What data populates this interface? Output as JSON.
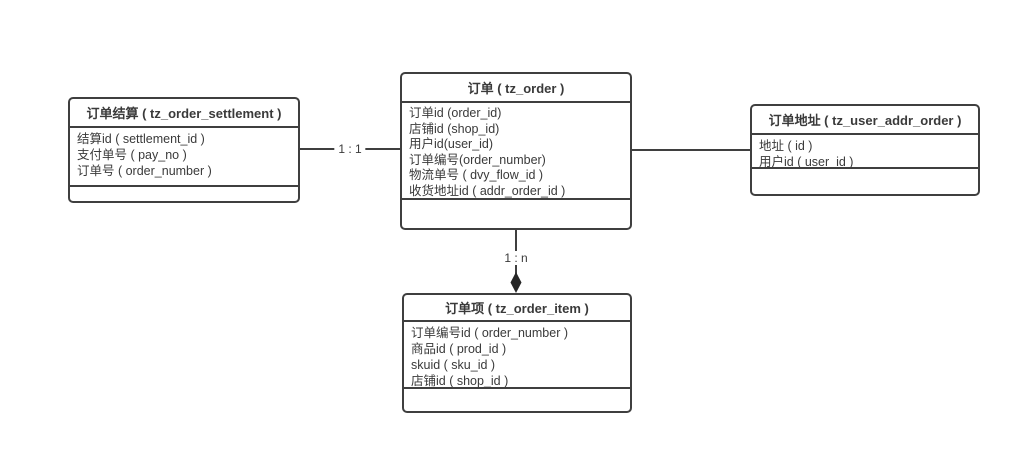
{
  "diagram": {
    "entities": [
      {
        "title": "订单结算 ( tz_order_settlement )",
        "fields": [
          "结算id ( settlement_id )",
          "支付单号 ( pay_no )",
          "订单号 ( order_number )"
        ]
      },
      {
        "title": "订单 ( tz_order )",
        "fields": [
          "订单id (order_id)",
          "店铺id (shop_id)",
          "用户id(user_id)",
          "订单编号(order_number)",
          "物流单号 ( dvy_flow_id )",
          "收货地址id ( addr_order_id )"
        ]
      },
      {
        "title": "订单地址 ( tz_user_addr_order )",
        "fields": [
          "地址 ( id )",
          "用户id ( user_id )"
        ]
      },
      {
        "title": "订单项 ( tz_order_item )",
        "fields": [
          "订单编号id ( order_number )",
          "商品id ( prod_id )",
          "skuid ( sku_id )",
          "店铺id ( shop_id )"
        ]
      }
    ],
    "relations": [
      {
        "from": "tz_order_settlement",
        "to": "tz_order",
        "label": "1 : 1"
      },
      {
        "from": "tz_order",
        "to": "tz_user_addr_order",
        "label": ""
      },
      {
        "from": "tz_order",
        "to": "tz_order_item",
        "label": "1 : n",
        "arrow": "diamond"
      }
    ],
    "colors": {
      "border": "#3f3f3f",
      "text": "#3a3a3a",
      "background": "#ffffff"
    }
  }
}
